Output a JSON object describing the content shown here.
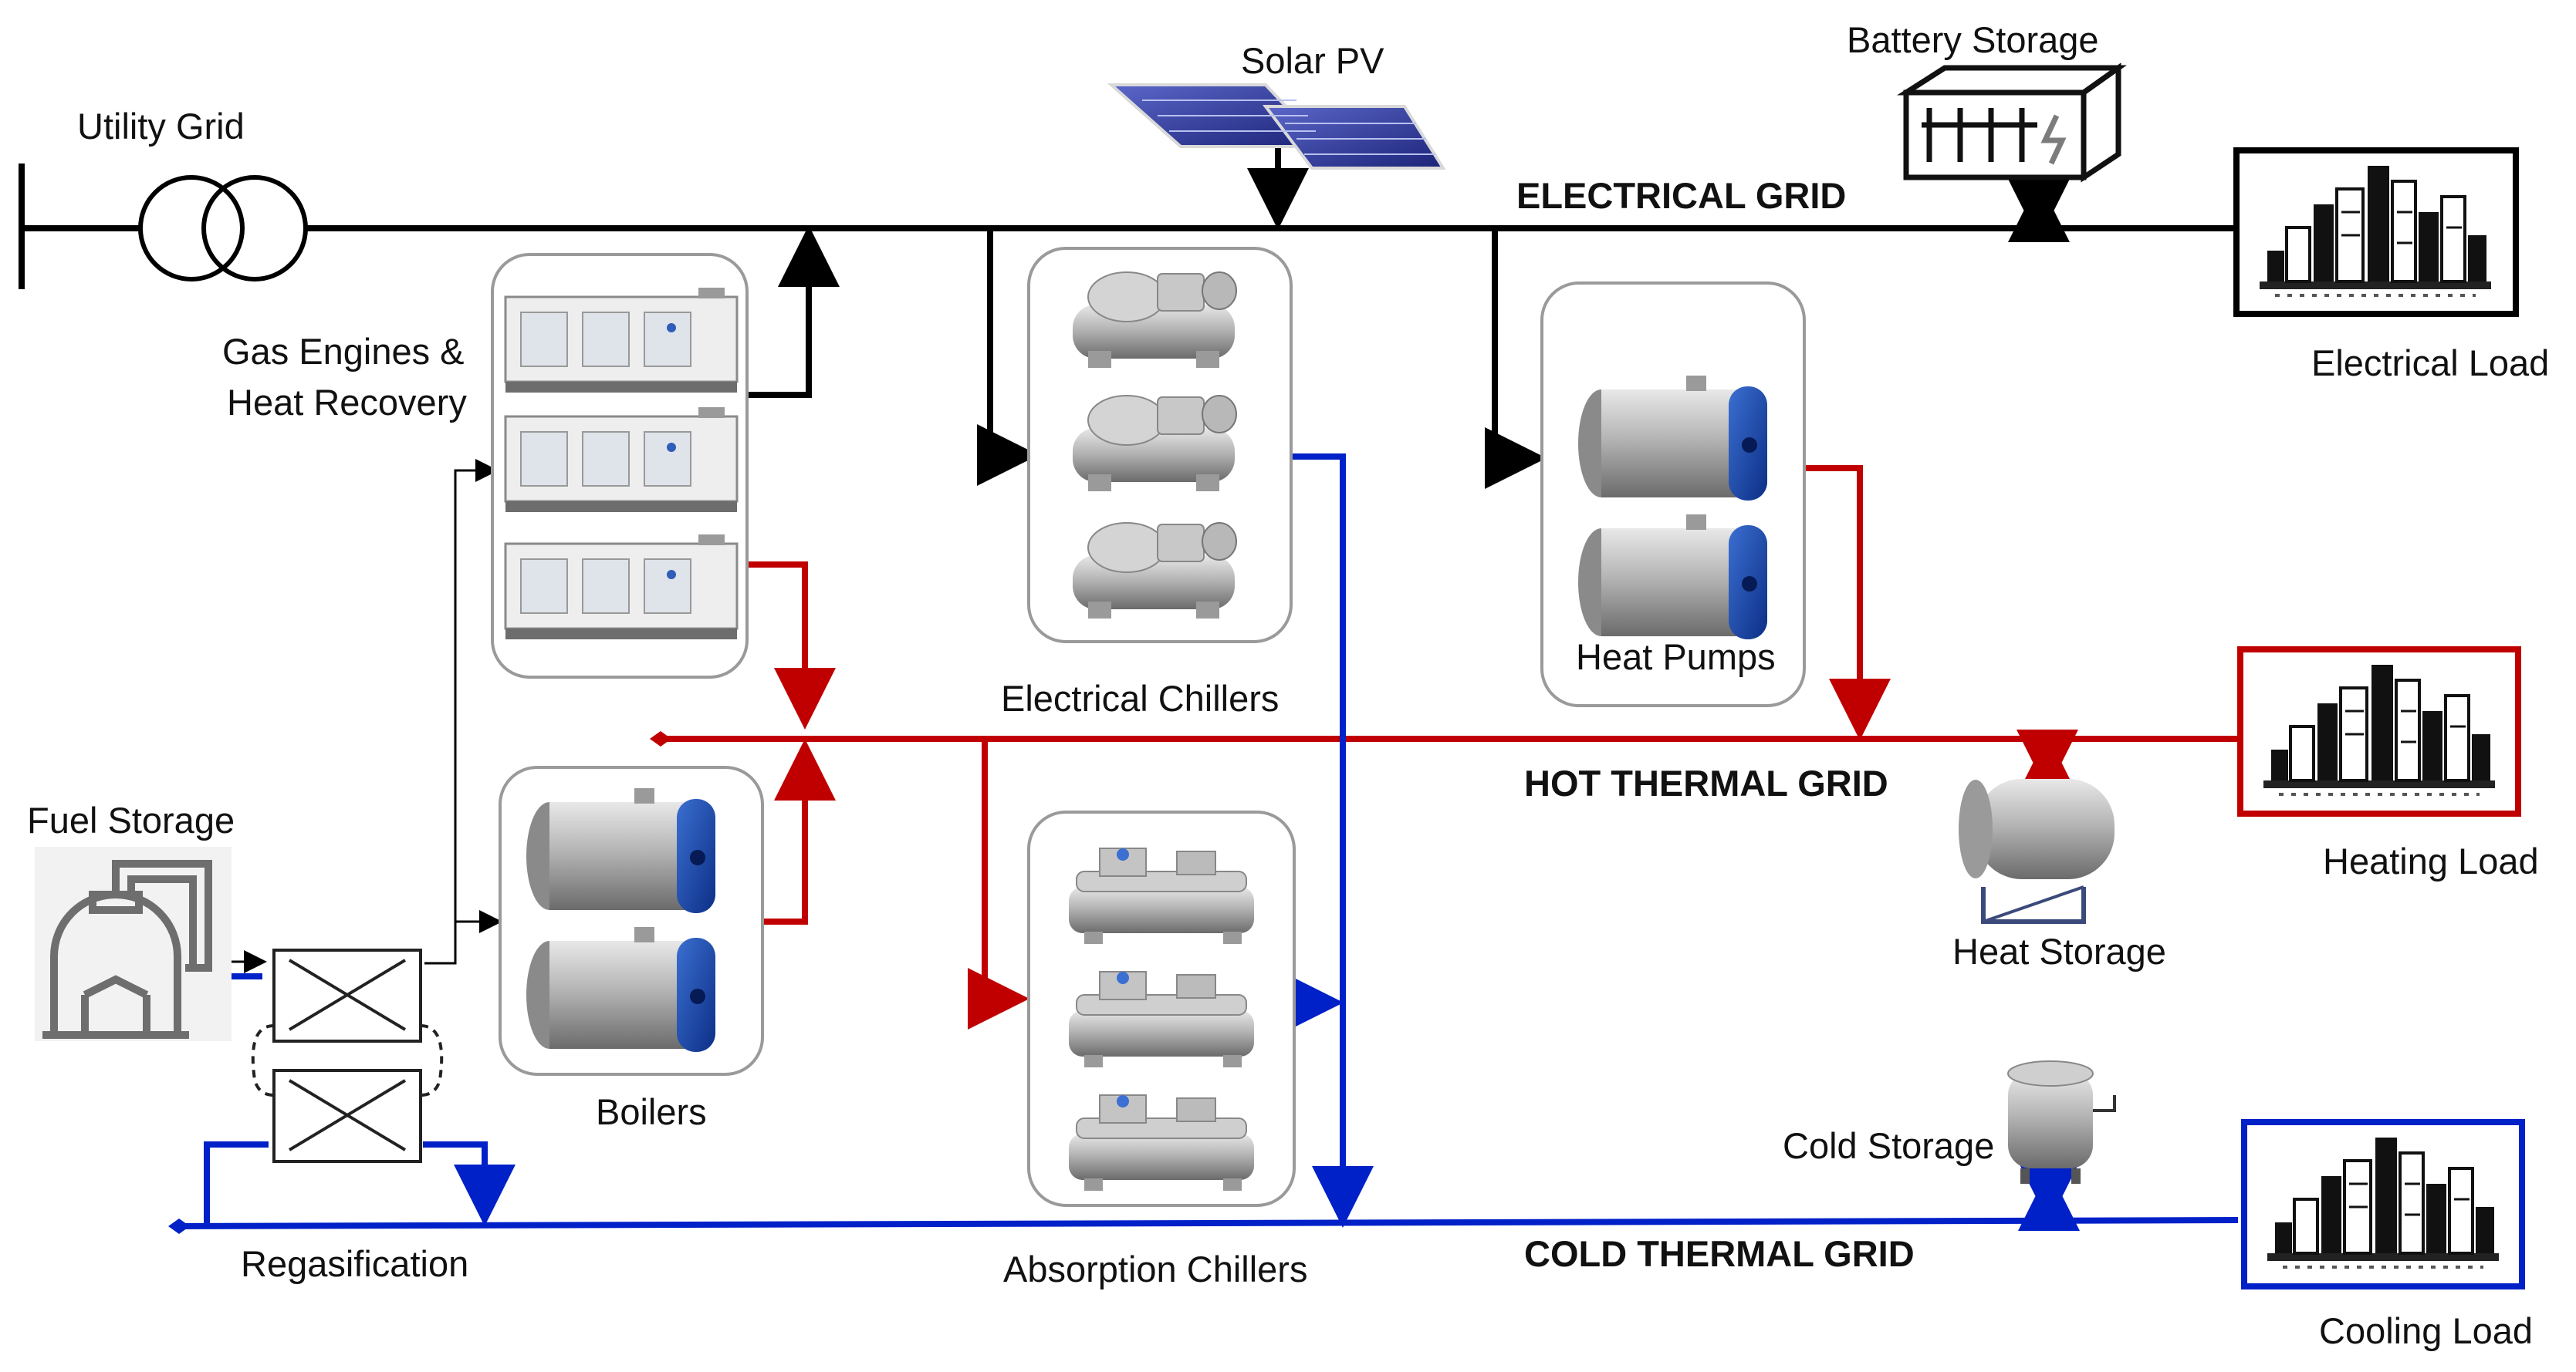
{
  "grids": {
    "electrical": "ELECTRICAL GRID",
    "hot": "HOT THERMAL GRID",
    "cold": "COLD THERMAL GRID"
  },
  "components": {
    "utility_grid": "Utility Grid",
    "solar_pv": "Solar PV",
    "battery_storage": "Battery Storage",
    "gas_engines_line1": "Gas Engines &",
    "gas_engines_line2": "Heat Recovery",
    "electrical_chillers": "Electrical Chillers",
    "heat_pumps": "Heat Pumps",
    "boilers": "Boilers",
    "absorption_chillers": "Absorption Chillers",
    "fuel_storage": "Fuel Storage",
    "regasification": "Regasification",
    "heat_storage": "Heat Storage",
    "cold_storage": "Cold Storage"
  },
  "loads": {
    "electrical": "Electrical Load",
    "heating": "Heating Load",
    "cooling": "Cooling Load"
  },
  "colors": {
    "electrical_line": "#000000",
    "hot_line": "#c00000",
    "cold_line": "#0020c8",
    "box_border": "#9a9a9a"
  },
  "icons": [
    "transformer-icon",
    "solar-panel-icon",
    "battery-icon",
    "gas-engine-icon",
    "chiller-icon",
    "heat-pump-icon",
    "boiler-icon",
    "absorption-chiller-icon",
    "fuel-tank-icon",
    "heat-exchanger-icon",
    "heat-storage-tank-icon",
    "cold-storage-tank-icon",
    "city-skyline-icon"
  ]
}
